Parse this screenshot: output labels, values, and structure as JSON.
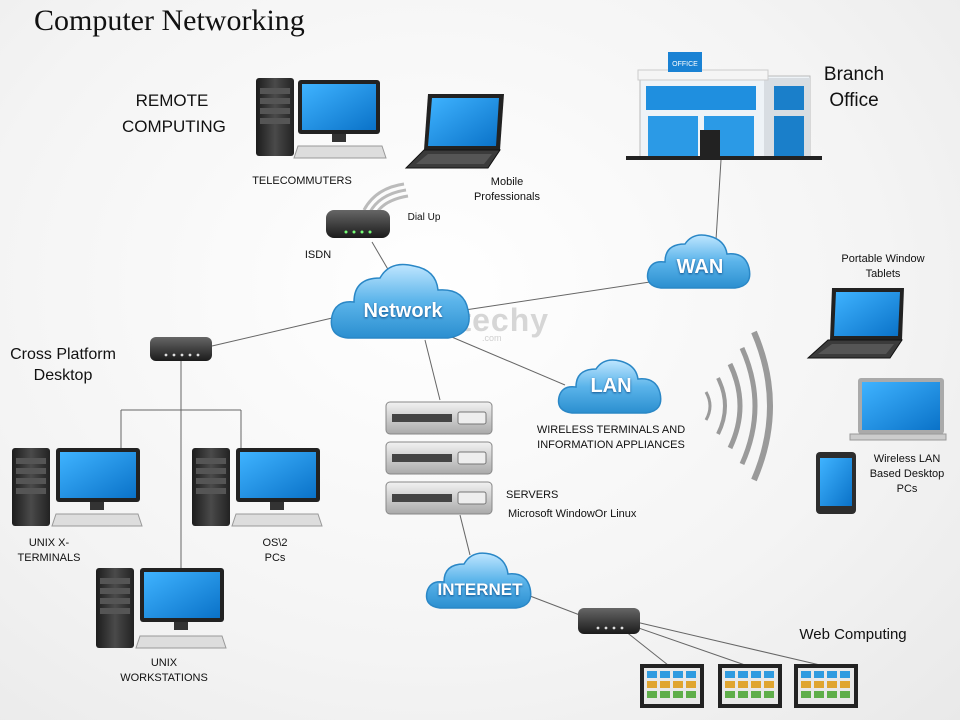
{
  "title": "Computer Networking",
  "watermark": {
    "main": "wikitechy",
    "sub": ".com"
  },
  "clouds": {
    "network": "Network",
    "wan": "WAN",
    "lan": "LAN",
    "internet": "INTERNET"
  },
  "labels": {
    "remote_computing_1": "REMOTE",
    "remote_computing_2": "COMPUTING",
    "telecommuters": "TELECOMMUTERS",
    "mobile_1": "Mobile",
    "mobile_2": "Professionals",
    "dial_up": "Dial Up",
    "isdn": "ISDN",
    "branch_1": "Branch",
    "branch_2": "Office",
    "office_sign": "OFFICE",
    "portable_1": "Portable Window",
    "portable_2": "Tablets",
    "cross_1": "Cross  Platform",
    "cross_2": "Desktop",
    "unix_x_1": "UNIX X-",
    "unix_x_2": "TERMINALS",
    "os2_1": "OS\\2",
    "os2_2": "PCs",
    "unix_ws_1": "UNIX",
    "unix_ws_2": "WORKSTATIONS",
    "wireless_1": "WIRELESS  TERMINALS AND",
    "wireless_2": "INFORMATION  APPLIANCES",
    "servers_1": "SERVERS",
    "servers_2": "Microsoft WindowOr Linux",
    "wlan_1": "Wireless LAN",
    "wlan_2": "Based Desktop",
    "wlan_3": "PCs",
    "web_computing": "Web Computing"
  },
  "colors": {
    "cloud": "#5bb4ea",
    "cloud_dark": "#2b8fd0",
    "screen": "#1e90e0",
    "device": "#3a3a3a",
    "line": "#555555"
  }
}
